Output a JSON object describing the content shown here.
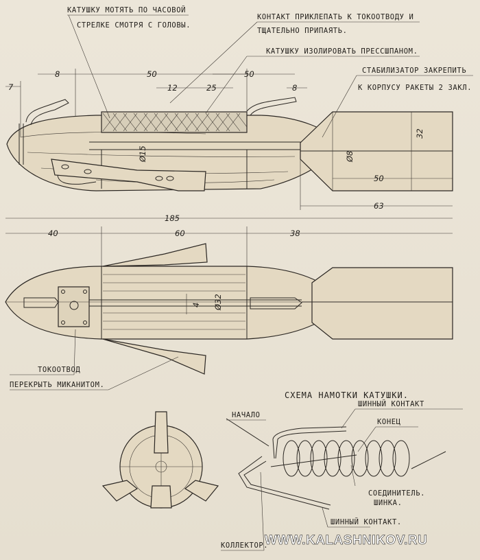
{
  "notes": {
    "coil_wind": [
      "КАТУШКУ МОТЯТЬ ПО ЧАСОВОЙ",
      "СТРЕЛКЕ СМОТРЯ С ГОЛОВЫ."
    ],
    "contact_solder": [
      "КОНТАКТ ПРИКЛЕПАТЬ К ТОКООТВОДУ И",
      "ТЩАТЕЛЬНО ПРИПАЯТЬ."
    ],
    "coil_insulate": "КАТУШКУ ИЗОЛИРОВАТЬ ПРЕССШПАНОМ.",
    "stabilizer": [
      "СТАБИЛИЗАТОР ЗАКРЕПИТЬ",
      "К КОРПУСУ РАКЕТЫ 2 ЗАКЛ."
    ],
    "current_lead": "ТОКООТВОД",
    "micanite": "ПЕРЕКРЫТЬ МИКАНИТОМ."
  },
  "dimensions": {
    "d7": "7",
    "d8a": "8",
    "d50a": "50",
    "d50b": "50",
    "d12": "12",
    "d25": "25",
    "d8b": "8",
    "d32": "32",
    "d15": "Ø15",
    "d8dia": "Ø8",
    "d50c": "50",
    "d63": "63",
    "d185": "185",
    "d40": "40",
    "d60": "60",
    "d38": "38",
    "d4": "4",
    "d32b": "Ø32"
  },
  "winding": {
    "title": "СХЕМА НАМОТКИ КАТУШКИ.",
    "bus_contact": "ШИННЫЙ КОНТАКТ",
    "start": "НАЧАЛО",
    "end": "КОНЕЦ",
    "connector": [
      "СОЕДИНИТЕЛЬ.",
      "ШИНКА."
    ],
    "bus_contact2": "ШИННЫЙ КОНТАКТ.",
    "collector": "КОЛЛЕКТОР."
  },
  "watermark": "WWW.KALASHNIKOV.RU"
}
